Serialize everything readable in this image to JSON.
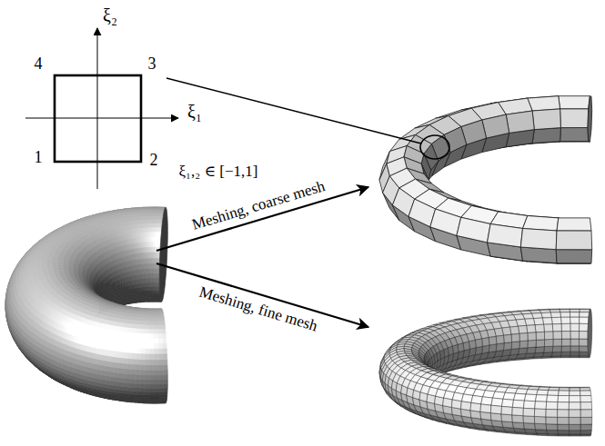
{
  "diagram": {
    "labels": [
      "ξ₂",
      "ξ₁",
      "4",
      "3",
      "1",
      "2",
      "ξ₁,₂ ∈ [−1,1]",
      "Meshing, coarse mesh",
      "Meshing, fine mesh"
    ]
  }
}
